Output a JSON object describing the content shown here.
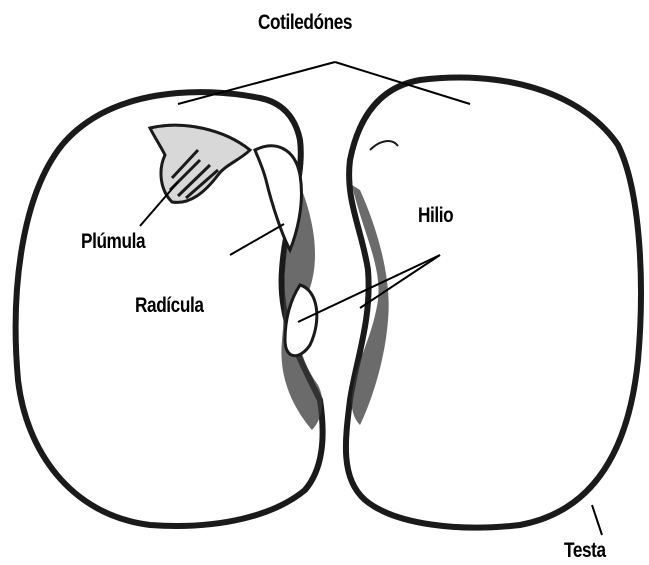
{
  "diagram": {
    "labels": {
      "cotiledones": "Cotiledónes",
      "plumula": "Plúmula",
      "hilio": "Hilio",
      "radicula": "Radícula",
      "testa": "Testa"
    }
  }
}
